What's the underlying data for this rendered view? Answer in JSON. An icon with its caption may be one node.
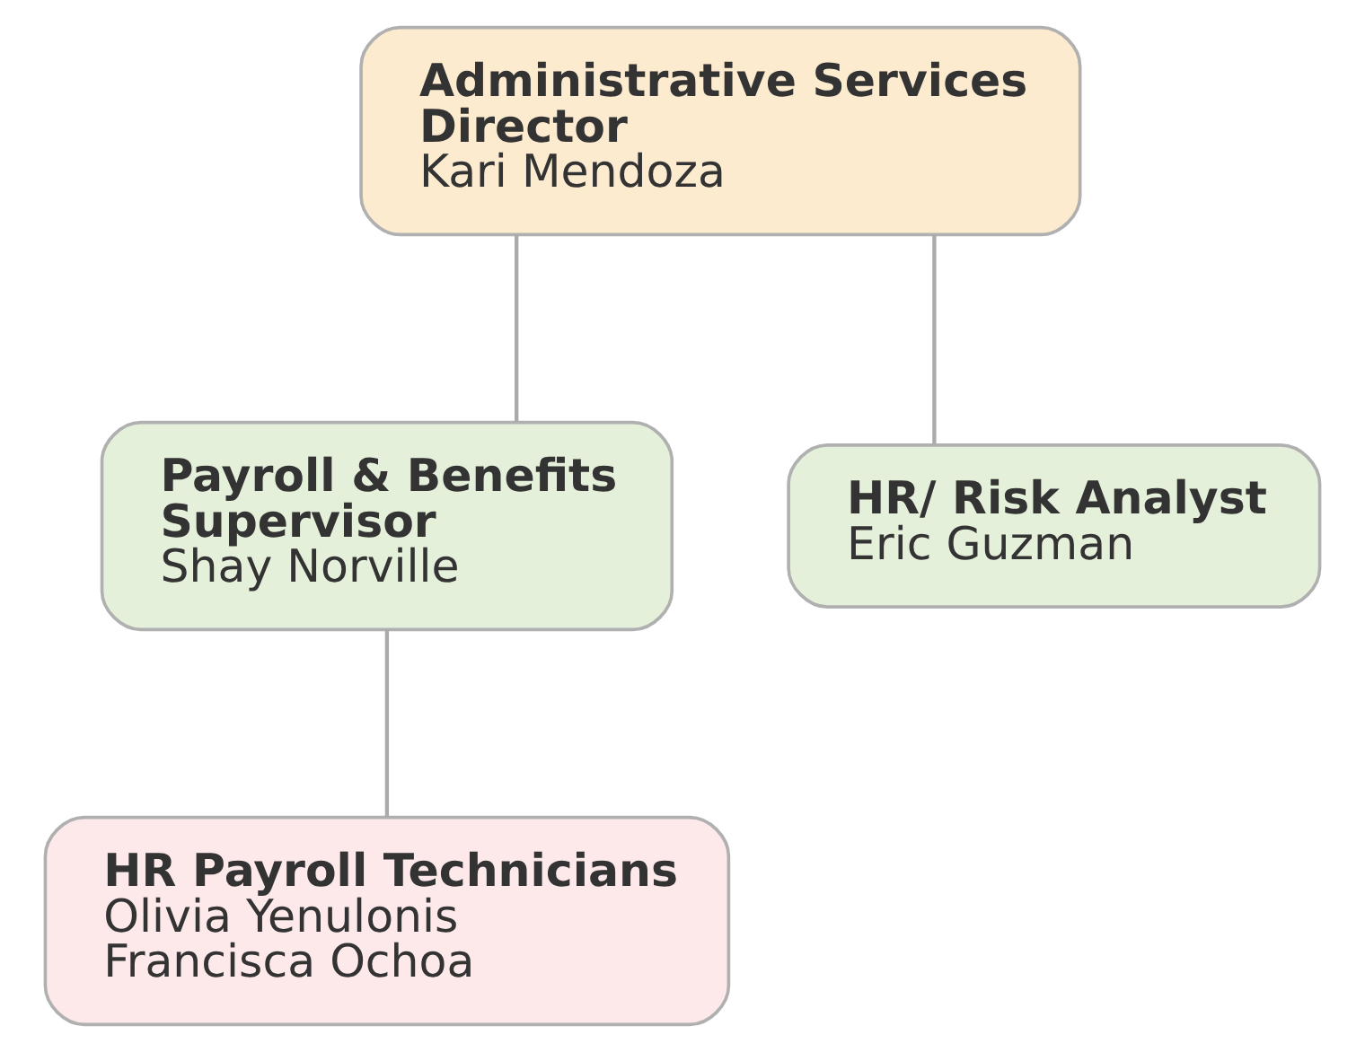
{
  "diagram": {
    "nodes": [
      {
        "text": [
          "Administrative Services Director",
          "Kari Mendoza"
        ]
      },
      {
        "text": [
          "Payroll & Benefits Supervisor",
          "Shay Norville"
        ]
      },
      {
        "text": [
          "HR/ Risk Analyst",
          "Eric Guzman"
        ]
      },
      {
        "text": [
          "HR Payroll Technicians",
          "Olivia Yenulonis",
          "Francisca Ochoa"
        ]
      }
    ],
    "edges": [
      {
        "from": 0,
        "to": 1,
        "arrow": "none"
      },
      {
        "from": 0,
        "to": 2,
        "arrow": "none"
      },
      {
        "from": 1,
        "to": 3,
        "arrow": "none"
      }
    ]
  }
}
